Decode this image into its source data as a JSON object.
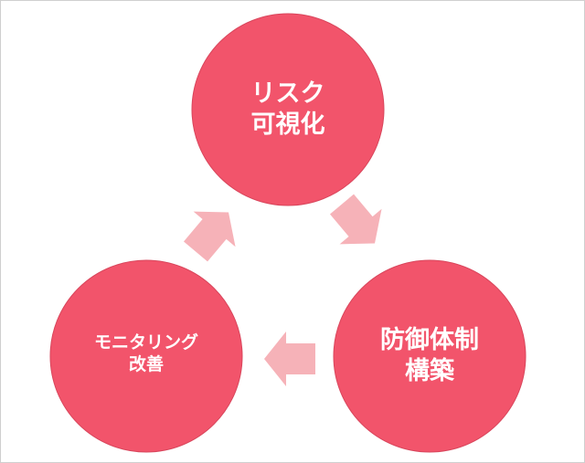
{
  "colors": {
    "circle": "#F2546B",
    "circle_edge": "#D9465C",
    "arrow": "#F6B2B8"
  },
  "nodes": [
    {
      "line1": "リスク",
      "line2": "可視化"
    },
    {
      "line1": "防御体制",
      "line2": "構築"
    },
    {
      "line1": "モニタリング",
      "line2": "改善"
    }
  ]
}
